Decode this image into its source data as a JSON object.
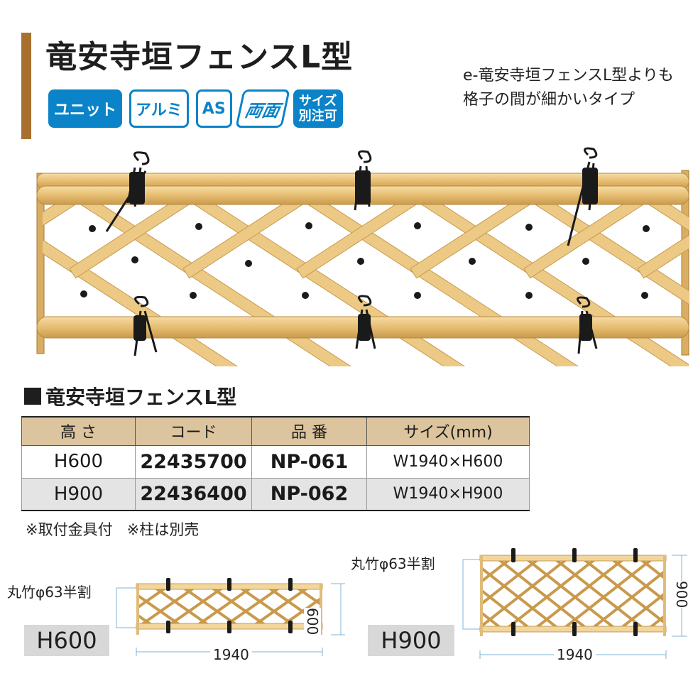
{
  "header": {
    "title": "竜安寺垣フェンスL型",
    "description": "e-竜安寺垣フェンスL型よりも格子の間が細かいタイプ"
  },
  "badges": {
    "unit": "ユニット",
    "alumi": "アルミ",
    "as": "AS",
    "ryomen": "両面",
    "size_line1": "サイズ",
    "size_line2": "別注可"
  },
  "spec": {
    "section_title": "竜安寺垣フェンスL型",
    "headers": [
      "高 さ",
      "コード",
      "品 番",
      "サイズ(mm)"
    ],
    "rows": [
      {
        "height": "H600",
        "code": "22435700",
        "part": "NP-061",
        "size": "W1940×H600"
      },
      {
        "height": "H900",
        "code": "22436400",
        "part": "NP-062",
        "size": "W1940×H900"
      }
    ],
    "notes": [
      "※取付金具付",
      "※柱は別売"
    ]
  },
  "diagrams": {
    "h600": {
      "model": "H600",
      "label": "丸竹φ63半割",
      "width": "1940",
      "height": "600"
    },
    "h900": {
      "model": "H900",
      "label": "丸竹φ63半割",
      "width": "1940",
      "height": "900"
    }
  },
  "colors": {
    "accent_bar": "#a8702e",
    "badge_blue": "#0b83c9",
    "bamboo": "#e8c07a",
    "table_header": "#dcc49e"
  }
}
